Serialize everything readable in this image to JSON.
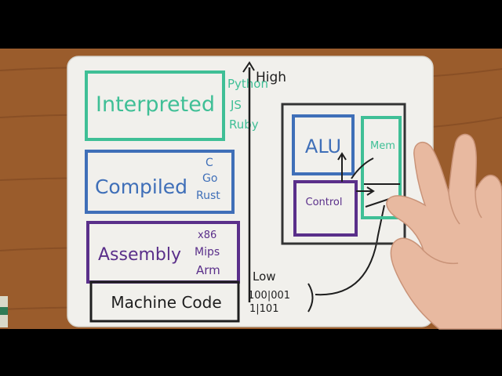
{
  "scene": {
    "kind": "whiteboard-photo",
    "colors": {
      "letterbox": "#000000",
      "wood": "#9a5c2c",
      "board": "#f1f0ec",
      "teal": "#3fbf96",
      "blue": "#3f6fb8",
      "purple": "#5a2f8a",
      "black": "#1e1e1e",
      "skin": "#e8b9a0"
    }
  },
  "levels": {
    "interpreted": {
      "label": "Interpreted",
      "examples": [
        "Python",
        "JS",
        "Ruby"
      ]
    },
    "compiled": {
      "label": "Compiled",
      "examples": [
        "C",
        "Go",
        "Rust"
      ]
    },
    "assembly": {
      "label": "Assembly",
      "examples": [
        "x86",
        "Mips",
        "Arm"
      ]
    },
    "machine_code": {
      "label": "Machine Code"
    }
  },
  "axis": {
    "high": "High",
    "low": "Low"
  },
  "binary": {
    "line1": "100|001",
    "line2": "1|101"
  },
  "cpu": {
    "alu": "ALU",
    "control": "Control",
    "memory": "Mem"
  }
}
